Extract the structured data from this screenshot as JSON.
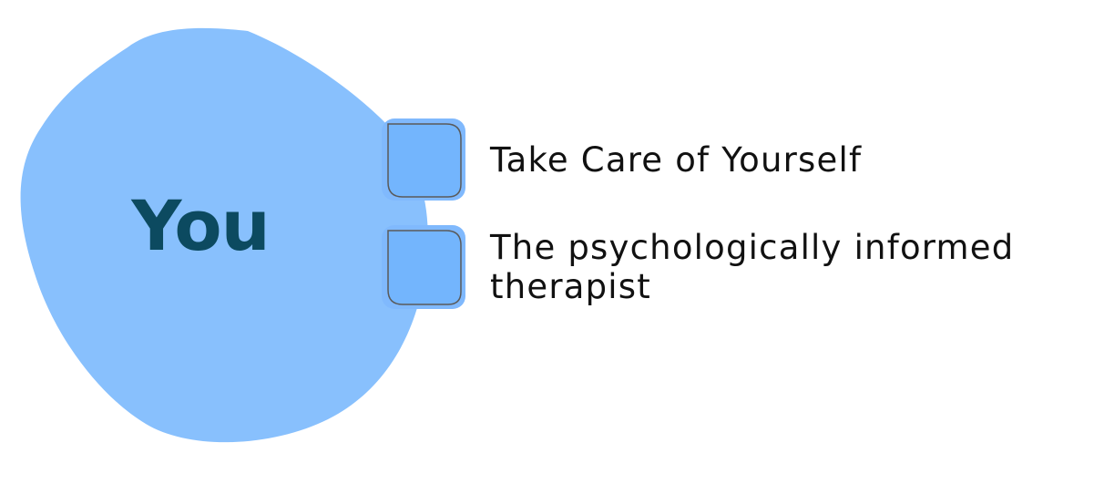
{
  "diagram": {
    "center": {
      "label": "You",
      "fill_color": "#88c0fd",
      "text_color": "#0c4a60"
    },
    "items": [
      {
        "label": "Take Care of Yourself",
        "icon": "rounded-square-marker"
      },
      {
        "label": "The psychologically informed\ntherapist",
        "icon": "rounded-square-marker"
      }
    ],
    "marker_colors": {
      "outer": "#80b9fd",
      "inner": "#73b5fd",
      "stroke": "#5a5a5a"
    }
  }
}
